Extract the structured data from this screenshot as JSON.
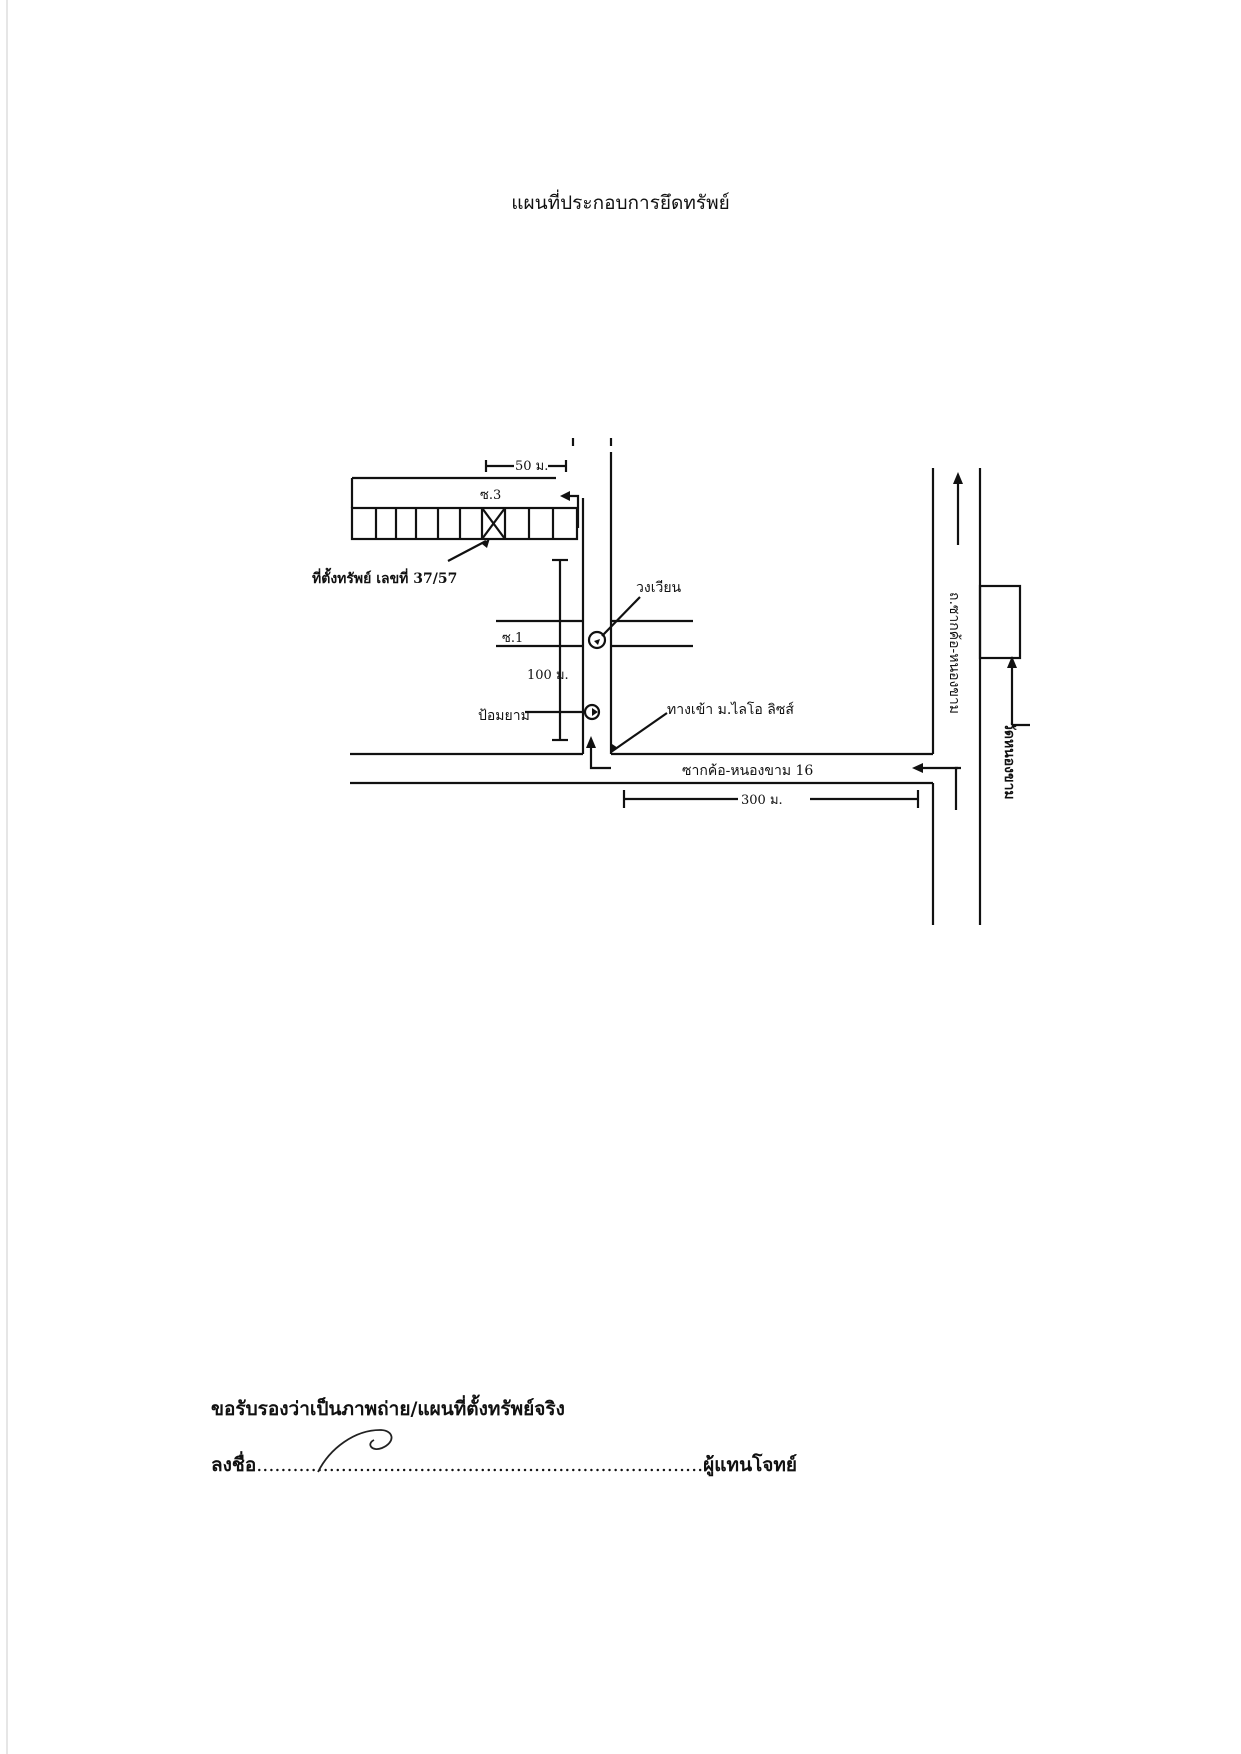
{
  "title": "แผนที่ประกอบการยึดทรัพย์",
  "map": {
    "labels": {
      "dist_50": "50 ม.",
      "soi_3": "ซ.3",
      "property_location": "ที่ตั้งทรัพย์ เลขที่ 37/57",
      "roundabout": "วงเวียน",
      "soi_1": "ซ.1",
      "dist_100": "100 ม.",
      "guard_post": "ป้อมยาม",
      "entrance": "ทางเข้า ม.ไลโอ ลิซส์",
      "main_soi": "ซากค้อ-หนองขาม 16",
      "dist_300": "300 ม.",
      "main_road": "ถ.ซากค้อ-หนองขาม",
      "temple": "วัดหนองขาม"
    }
  },
  "certification": {
    "text": "ขอรับรองว่าเป็นภาพถ่าย/แผนที่ตั้งทรัพย์จริง",
    "sign_prefix": "ลงชื่อ",
    "sign_dots": "..........................................................................",
    "sign_role": "ผู้แทนโจทย์"
  }
}
